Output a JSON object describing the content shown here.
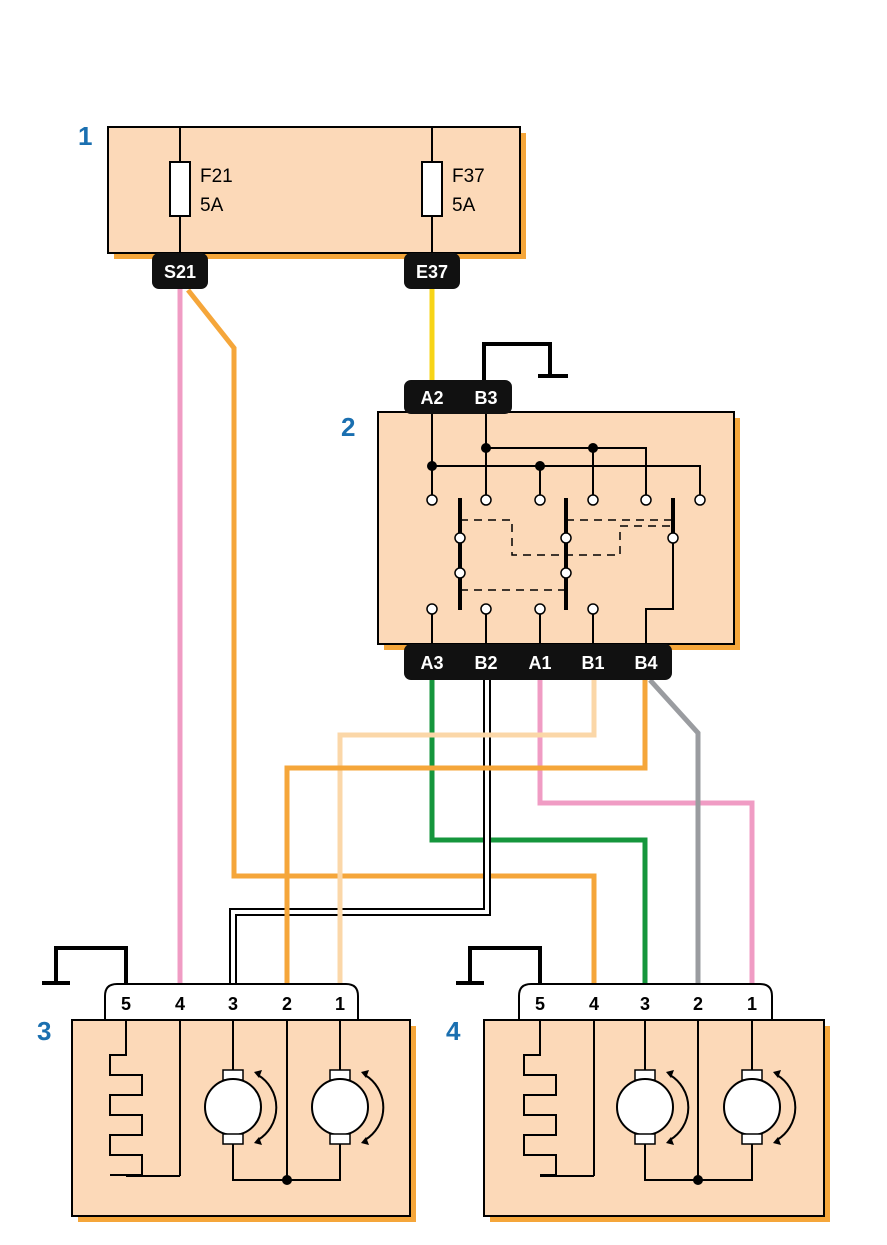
{
  "components": {
    "fusebox": {
      "number": "1",
      "fuses": [
        {
          "name": "F21",
          "rating": "5A"
        },
        {
          "name": "F37",
          "rating": "5A"
        }
      ],
      "connectors": [
        "S21",
        "E37"
      ]
    },
    "switch": {
      "number": "2",
      "top_pins": [
        "A2",
        "B3"
      ],
      "bottom_pins": [
        "A3",
        "B2",
        "A1",
        "B1",
        "B4"
      ]
    },
    "motor_left": {
      "number": "3",
      "pins": [
        "5",
        "4",
        "3",
        "2",
        "1"
      ]
    },
    "motor_right": {
      "number": "4",
      "pins": [
        "5",
        "4",
        "3",
        "2",
        "1"
      ]
    }
  },
  "colors": {
    "box_fill": "#fcd9b8",
    "box_shadow": "#f5a63a",
    "label_blue": "#1a6fb0",
    "wire_orange": "#f5a63a",
    "wire_pink": "#f09cc4",
    "wire_yellow": "#f7d417",
    "wire_green": "#15963c",
    "wire_grey": "#9a9ca0",
    "wire_tan": "#fbd7a8",
    "wire_white": "#ffffff"
  }
}
